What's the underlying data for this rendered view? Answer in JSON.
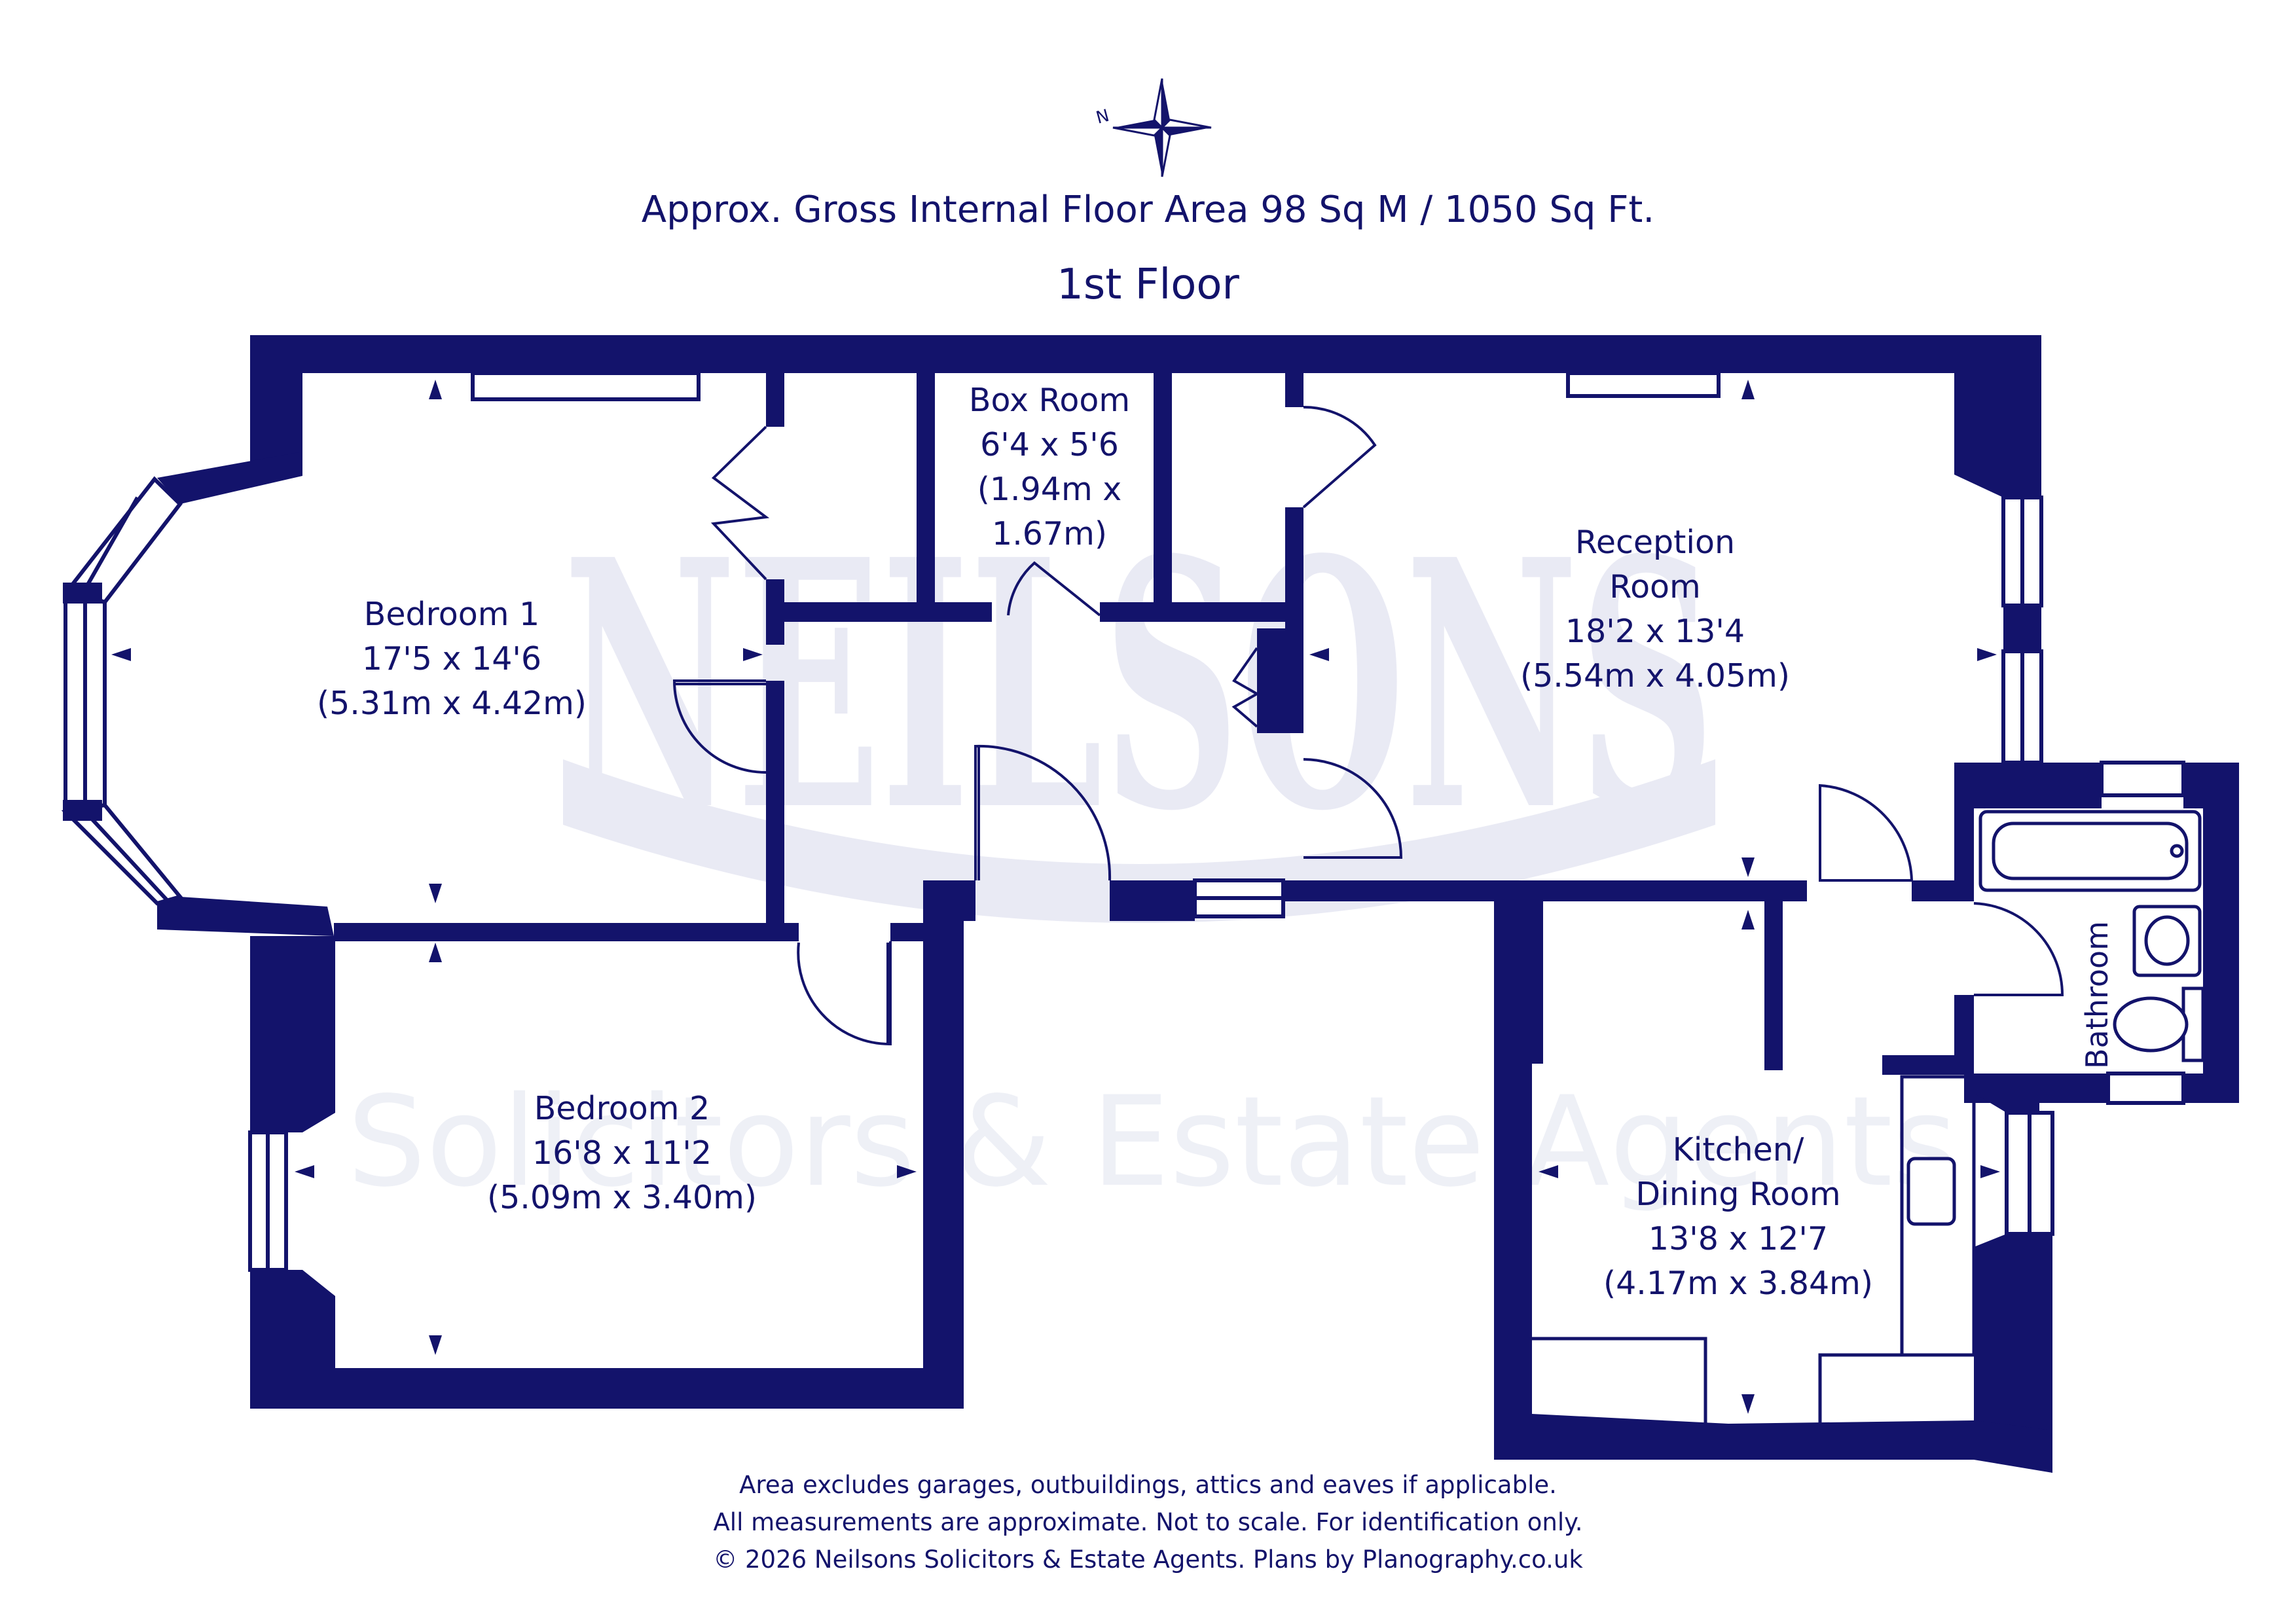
{
  "header": {
    "area": "Approx. Gross Internal Floor Area 98 Sq M / 1050 Sq Ft.",
    "floor": "1st Floor"
  },
  "compass": {
    "label": "N",
    "icon": "compass-icon"
  },
  "watermark": {
    "brand": "NEILSONS",
    "tagline": "Solicitors & Estate Agents"
  },
  "rooms": {
    "bedroom1": {
      "name": "Bedroom 1",
      "imperial": "17'5 x 14'6",
      "metric": "(5.31m x 4.42m)"
    },
    "bedroom2": {
      "name": "Bedroom 2",
      "imperial": "16'8 x 11'2",
      "metric": "(5.09m x 3.40m)"
    },
    "boxroom": {
      "name": "Box Room",
      "imperial": "6'4 x 5'6",
      "metric1": "(1.94m x",
      "metric2": "1.67m)"
    },
    "reception": {
      "name1": "Reception",
      "name2": "Room",
      "imperial": "18'2 x 13'4",
      "metric": "(5.54m x 4.05m)"
    },
    "kitchen": {
      "name1": "Kitchen/",
      "name2": "Dining Room",
      "imperial": "13'8 x 12'7",
      "metric": "(4.17m x 3.84m)"
    },
    "bathroom": {
      "name": "Bathroom"
    }
  },
  "footer": {
    "line1": "Area excludes garages, outbuildings, attics and eaves if applicable.",
    "line2": "All measurements are approximate. Not to scale. For identification only.",
    "line3": "© 2026 Neilsons Solicitors & Estate Agents. Plans by Planography.co.uk"
  },
  "colors": {
    "wall": "#13136b",
    "watermark": "#e8e9f3",
    "window": "#ffffff"
  }
}
